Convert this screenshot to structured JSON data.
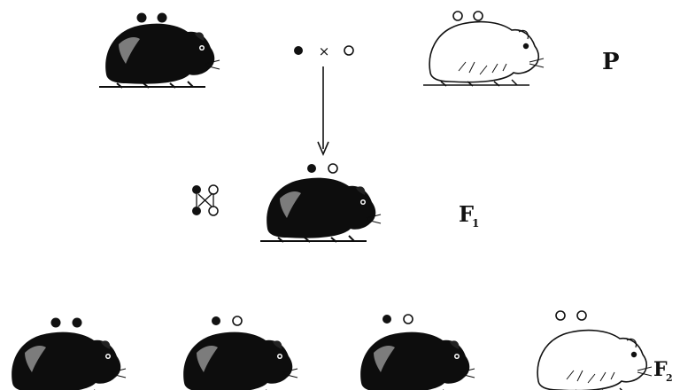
{
  "diagram": {
    "colors": {
      "ink": "#111111",
      "black_coat": "#0d0d0d",
      "white_coat": "#ffffff",
      "highlight": "#d8d8d8"
    },
    "generations": [
      {
        "id": "P",
        "label": "P",
        "subscript": ""
      },
      {
        "id": "F1",
        "label": "F",
        "subscript": "1"
      },
      {
        "id": "F2",
        "label": "F",
        "subscript": "2"
      }
    ],
    "cross_symbol": "×",
    "parents": [
      {
        "coat": "black",
        "alleles": [
          "filled",
          "filled"
        ]
      },
      {
        "coat": "white",
        "alleles": [
          "open",
          "open"
        ]
      }
    ],
    "f1": {
      "coat": "black",
      "alleles": [
        "filled",
        "open"
      ]
    },
    "f2": [
      {
        "coat": "black",
        "alleles": [
          "filled",
          "filled"
        ]
      },
      {
        "coat": "black",
        "alleles": [
          "filled",
          "open"
        ]
      },
      {
        "coat": "black",
        "alleles": [
          "filled",
          "open"
        ]
      },
      {
        "coat": "white",
        "alleles": [
          "open",
          "open"
        ]
      }
    ],
    "icons": [
      "guinea-pig-icon",
      "allele-dot-icon",
      "segregation-icon",
      "down-arrow-icon"
    ]
  }
}
